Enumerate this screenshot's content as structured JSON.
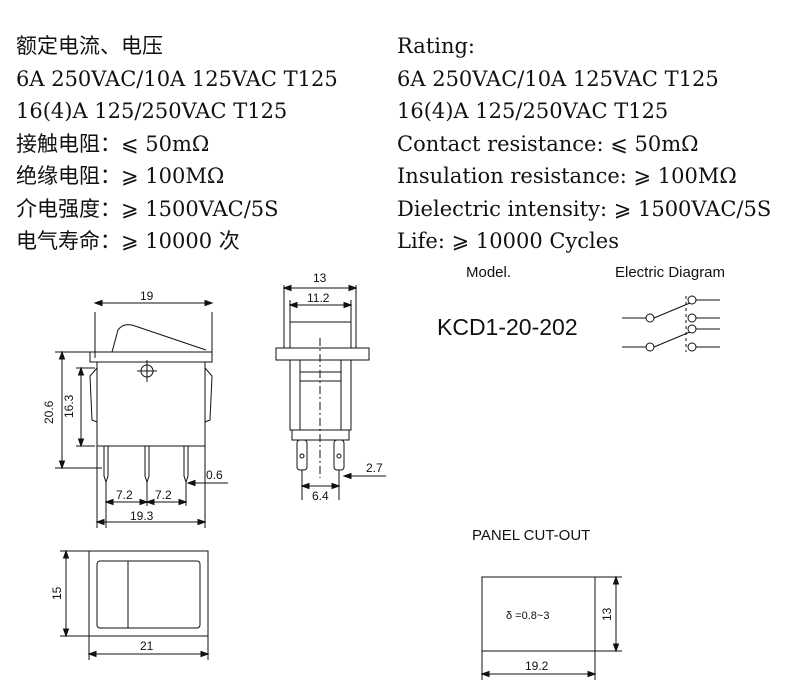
{
  "spec_cn": {
    "rating_title": "额定电流、电压",
    "rating_line1": "6A 250VAC/10A 125VAC T125",
    "rating_line2": "16(4)A 125/250VAC T125",
    "contact": "接触电阻：⩽ 50mΩ",
    "insulation": "绝缘电阻：⩾ 100MΩ",
    "dielectric": "介电强度：⩾ 1500VAC/5S",
    "life": "电气寿命：⩾ 10000 次"
  },
  "spec_en": {
    "rating_title": "Rating:",
    "rating_line1": "6A 250VAC/10A 125VAC T125",
    "rating_line2": "16(4)A 125/250VAC T125",
    "contact": "Contact resistance: ⩽ 50mΩ",
    "insulation": "Insulation resistance: ⩾ 100MΩ",
    "dielectric": "Dielectric intensity: ⩾ 1500VAC/5S",
    "life": "Life: ⩾ 10000 Cycles"
  },
  "model": {
    "label": "Model.",
    "number": "KCD1-20-202"
  },
  "electric_diagram": {
    "label": "Electric Diagram"
  },
  "front_view": {
    "dim_top": "19",
    "dim_height_total": "20.6",
    "dim_height_body": "16.3",
    "dim_pin_thickness": "0.6",
    "dim_pin_pitch_left": "7.2",
    "dim_pin_pitch_right": "7.2",
    "dim_base_width": "19.3"
  },
  "side_view": {
    "dim_outer": "13",
    "dim_inner": "11.2",
    "dim_pin_spacing": "6.4",
    "dim_pin_width": "2.7"
  },
  "bottom_view": {
    "dim_height": "15",
    "dim_width": "21"
  },
  "panel_cutout": {
    "title": "PANEL CUT-OUT",
    "thickness": "δ =0.8~3",
    "dim_height": "13",
    "dim_width": "19.2"
  }
}
